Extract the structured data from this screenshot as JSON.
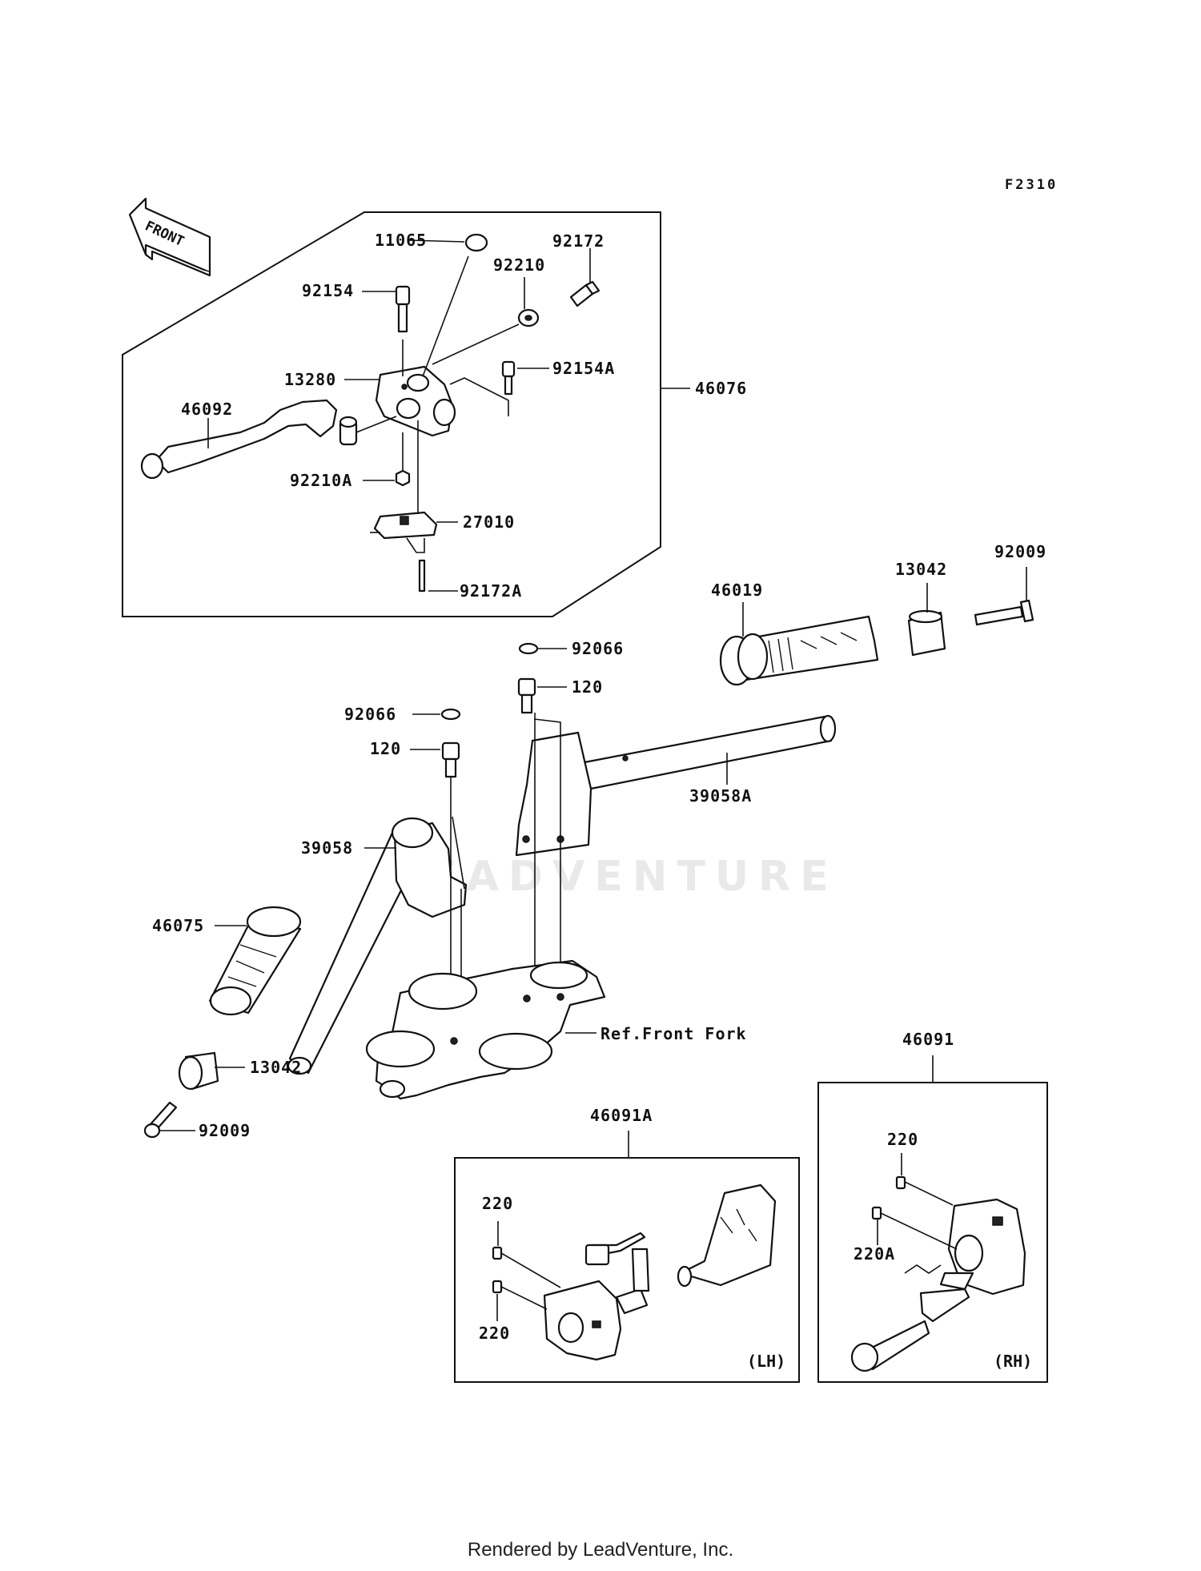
{
  "figure_code": "F2310",
  "front_arrow_label": "FRONT",
  "watermark": "LEADVENTURE",
  "footer": "Rendered by LeadVenture, Inc.",
  "callouts": {
    "c11065": "11065",
    "c92172": "92172",
    "c92210": "92210",
    "c92154": "92154",
    "c92154A": "92154A",
    "c13280": "13280",
    "c46076": "46076",
    "c46092": "46092",
    "c92210A": "92210A",
    "c27010": "27010",
    "c92172A": "92172A",
    "c46019": "46019",
    "c13042_r": "13042",
    "c92009_r": "92009",
    "c92066_r": "92066",
    "c120_r": "120",
    "c92066_l": "92066",
    "c120_l": "120",
    "c39058A": "39058A",
    "c39058": "39058",
    "c46075": "46075",
    "c13042_l": "13042",
    "c92009_l": "92009",
    "c_ref": "Ref.Front Fork",
    "c46091": "46091",
    "c46091A": "46091A",
    "c220_rh": "220",
    "c220A": "220A",
    "c220_lh_a": "220",
    "c220_lh_b": "220"
  },
  "side_labels": {
    "lh": "(LH)",
    "rh": "(RH)"
  }
}
